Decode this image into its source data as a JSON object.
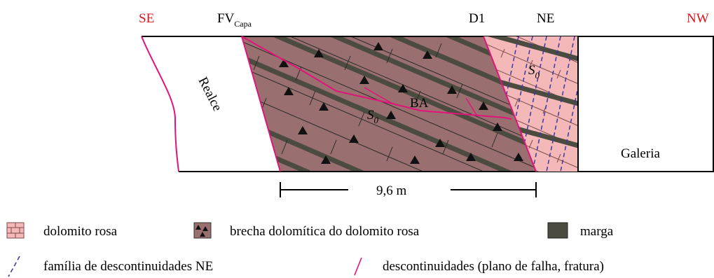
{
  "header_labels": {
    "se": "SE",
    "fv_main": "FV",
    "fv_sub": "Capa",
    "d1": "D1",
    "ne": "NE",
    "nw": "NW"
  },
  "section_labels": {
    "realce": "Realce",
    "galeria": "Galeria",
    "ba": "BA",
    "s0_main": "S",
    "s0_sub": "0"
  },
  "scale_bar": {
    "label": "9,6 m"
  },
  "legend": {
    "dolomito_rosa": "dolomito rosa",
    "brecha": "brecha dolomítica do dolomito rosa",
    "marga": "marga",
    "familia_ne": "família de descontinuidades NE",
    "descontinuidades": "descontinuidades (plano de falha, fratura)"
  },
  "colors": {
    "label_red": "#e0141e",
    "brecha": "#9a6f6f",
    "dolomito_rosa": "#f5b8b8",
    "marga": "#4b4b3f",
    "fault_line": "#e0147a",
    "joint_dashes": "#3a3aa0"
  },
  "icons": {
    "dolomito_rosa_swatch": "brick-pattern-icon",
    "brecha_swatch": "breccia-triangles-icon",
    "marga_swatch": "solid-swatch-icon",
    "ne_joint_symbol": "dashed-line-icon",
    "fault_symbol": "solid-line-icon"
  }
}
